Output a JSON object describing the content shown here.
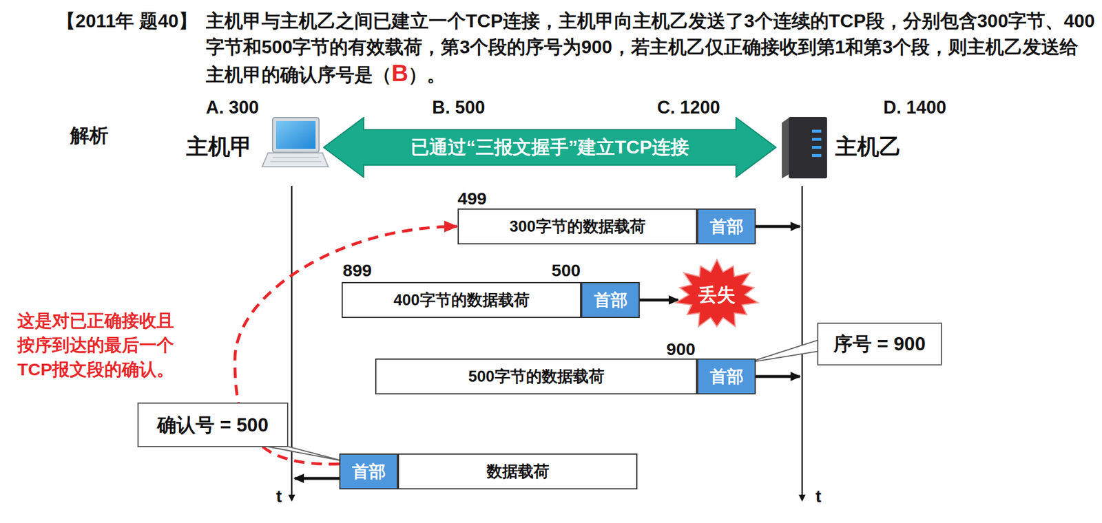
{
  "diagram": {
    "title": "【2011年 题40】",
    "nodes": [
      {
        "text": [
          "已通过“三报文握手”建立TCP连接"
        ]
      },
      {
        "text": [
          "300字节的数据载荷"
        ]
      },
      {
        "text": [
          "首部"
        ]
      },
      {
        "text": [
          "400字节的数据载荷"
        ]
      },
      {
        "text": [
          "首部"
        ]
      },
      {
        "text": [
          "丢失"
        ]
      },
      {
        "text": [
          "序号 = 900"
        ]
      },
      {
        "text": [
          "500字节的数据载荷"
        ]
      },
      {
        "text": [
          "首部"
        ]
      },
      {
        "text": [
          "确认号 = 500"
        ]
      },
      {
        "text": [
          "首部"
        ]
      },
      {
        "text": [
          "数据载荷"
        ]
      }
    ],
    "edges": [
      {
        "from": 4,
        "to": 5,
        "arrow": "to"
      },
      {
        "from": 10,
        "to": 1,
        "arrow": "to"
      }
    ],
    "labels": [
      "主机甲与主机乙之间已建立一个TCP连接，主机甲向主机乙发送了3个连续的TCP段，分别包含300字节、400字节和500字节的有效载荷，第3个段的序号为900，若主机乙仅正确接收到第1和第3个段，则主机乙发送给主机甲的确认序号是（",
      "B",
      "）。",
      "A. 300",
      "B. 500",
      "C. 1200",
      "D. 1400",
      "解析",
      "主机甲",
      "主机乙",
      "499",
      "899",
      "500",
      "900",
      "这是对已正确接收且 按序到达的最后一个 TCP报文段的确认。",
      "t",
      "t"
    ]
  }
}
